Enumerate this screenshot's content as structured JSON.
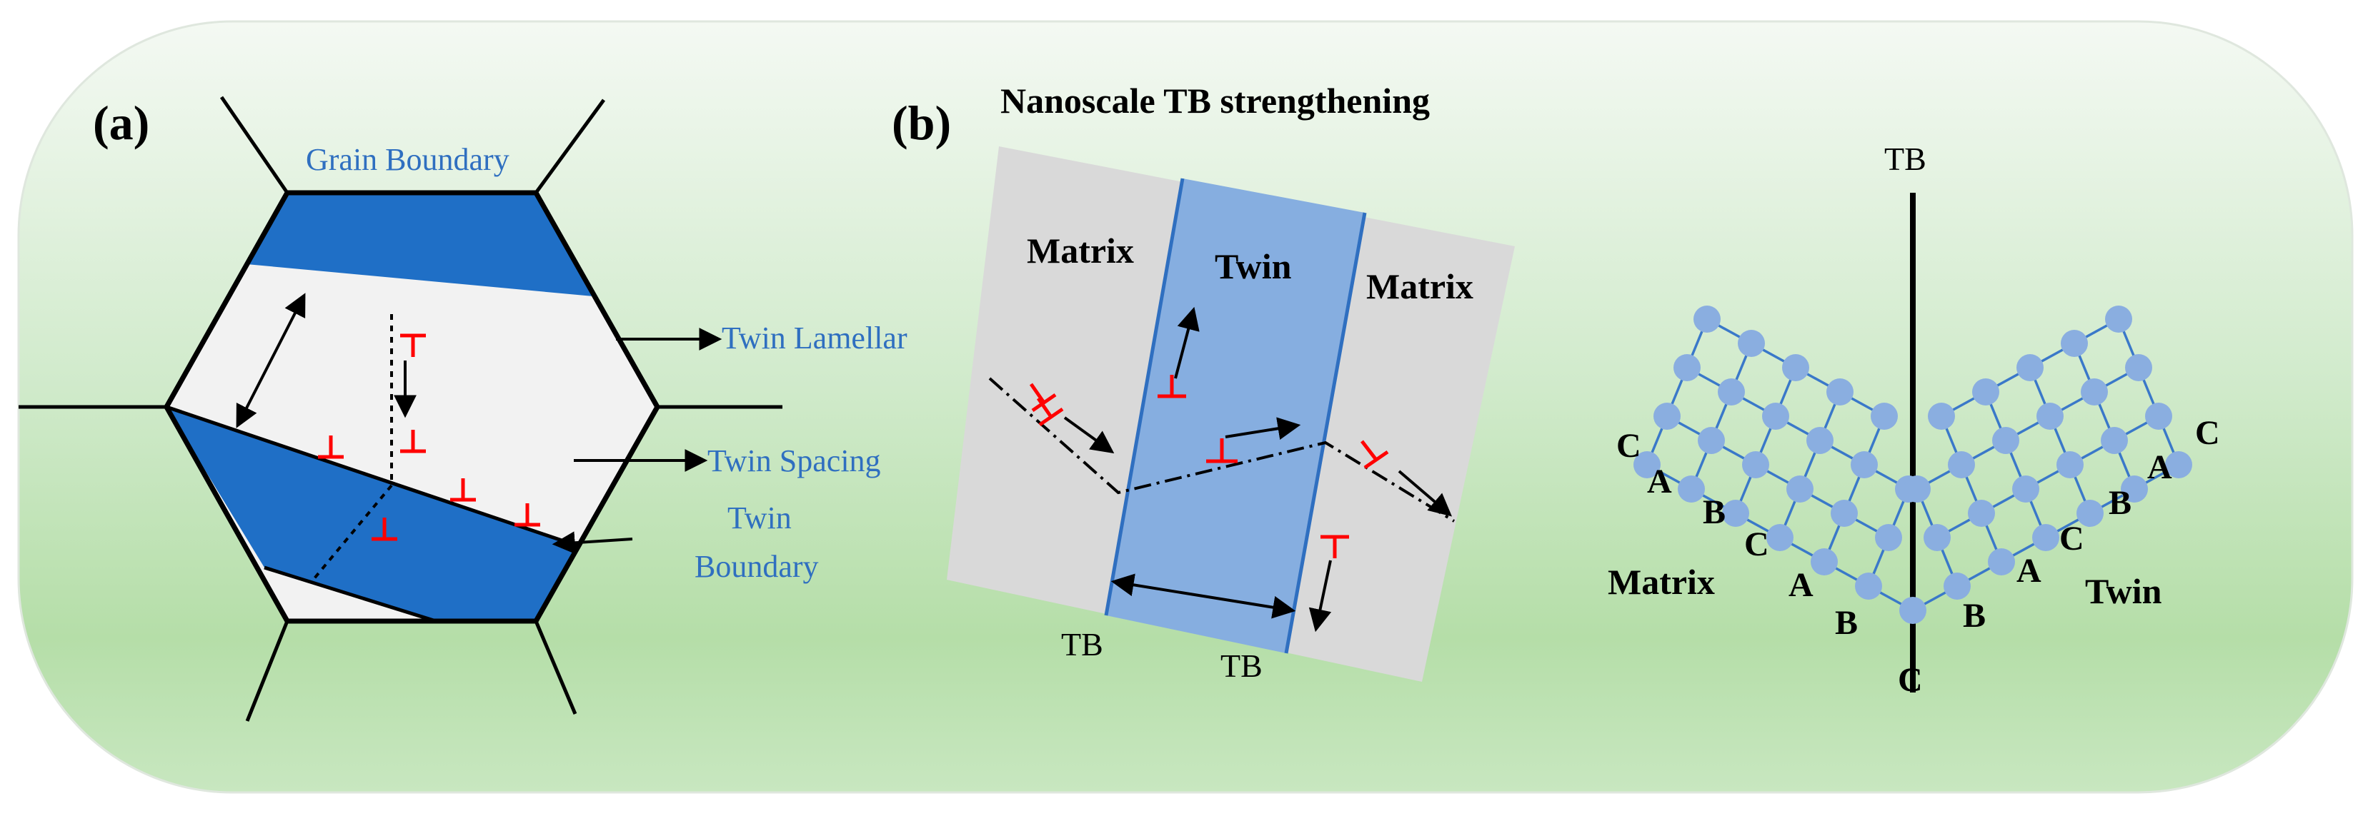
{
  "panel_a": {
    "label": "(a)",
    "grain_boundary": "Grain Boundary",
    "twin_lamellar": "Twin Lamellar",
    "twin_spacing": "Twin Spacing",
    "twin_boundary_line1": "Twin",
    "twin_boundary_line2": "Boundary"
  },
  "panel_b": {
    "label": "(b)",
    "title": "Nanoscale TB strengthening",
    "matrix_left": "Matrix",
    "twin": "Twin",
    "matrix_right": "Matrix",
    "tb_left": "TB",
    "tb_right": "TB"
  },
  "lattice": {
    "tb_top": "TB",
    "matrix": "Matrix",
    "twin": "Twin",
    "bottom_letter": "C",
    "left_sequence": [
      "C",
      "A",
      "B",
      "C",
      "A",
      "B"
    ],
    "right_sequence": [
      "C",
      "A",
      "B",
      "C",
      "A",
      "B"
    ]
  },
  "colors": {
    "twin_blue": "#1f6fc6",
    "light_blue": "#86aee0",
    "atom_blue": "#8aaee0",
    "dislocation_red": "#ff0000",
    "grey_panel": "#d9d9d9",
    "label_blue": "#2f6fc0"
  }
}
